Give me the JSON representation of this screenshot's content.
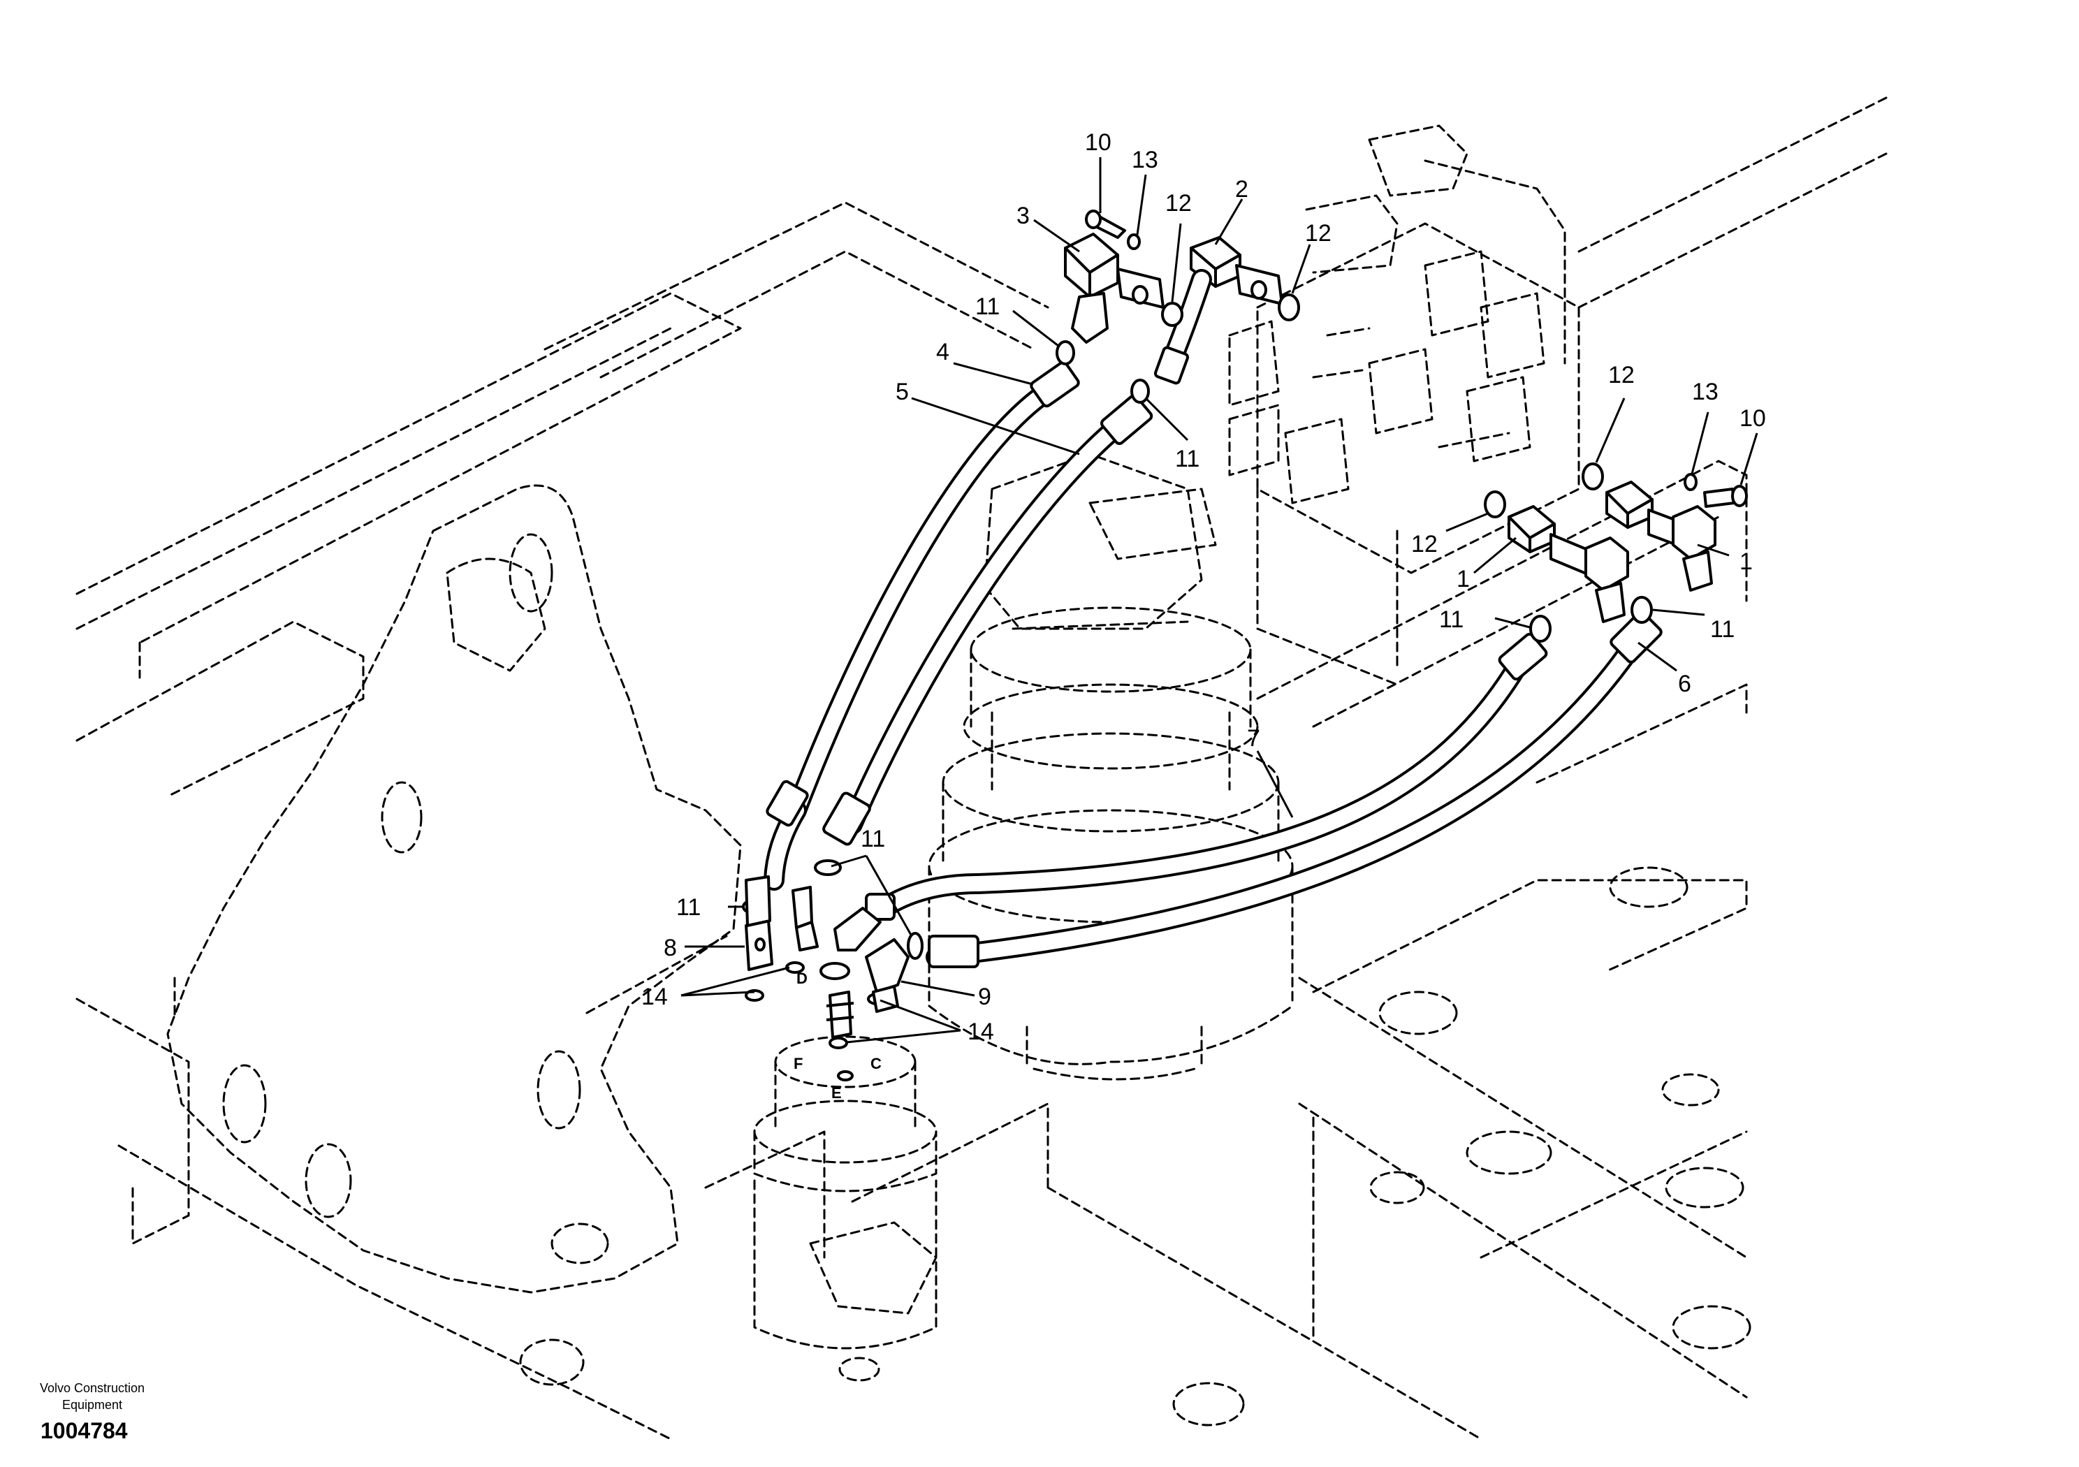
{
  "brand": {
    "line1": "Volvo Construction",
    "line2": "Equipment"
  },
  "document_number": "1004784",
  "callouts": [
    "10",
    "13",
    "3",
    "12",
    "2",
    "12",
    "11",
    "4",
    "5",
    "11",
    "12",
    "13",
    "10",
    "12",
    "1",
    "1",
    "11",
    "11",
    "6",
    "7",
    "11",
    "11",
    "8",
    "9",
    "14",
    "14"
  ],
  "port_labels": [
    "D",
    "F",
    "E",
    "C"
  ]
}
